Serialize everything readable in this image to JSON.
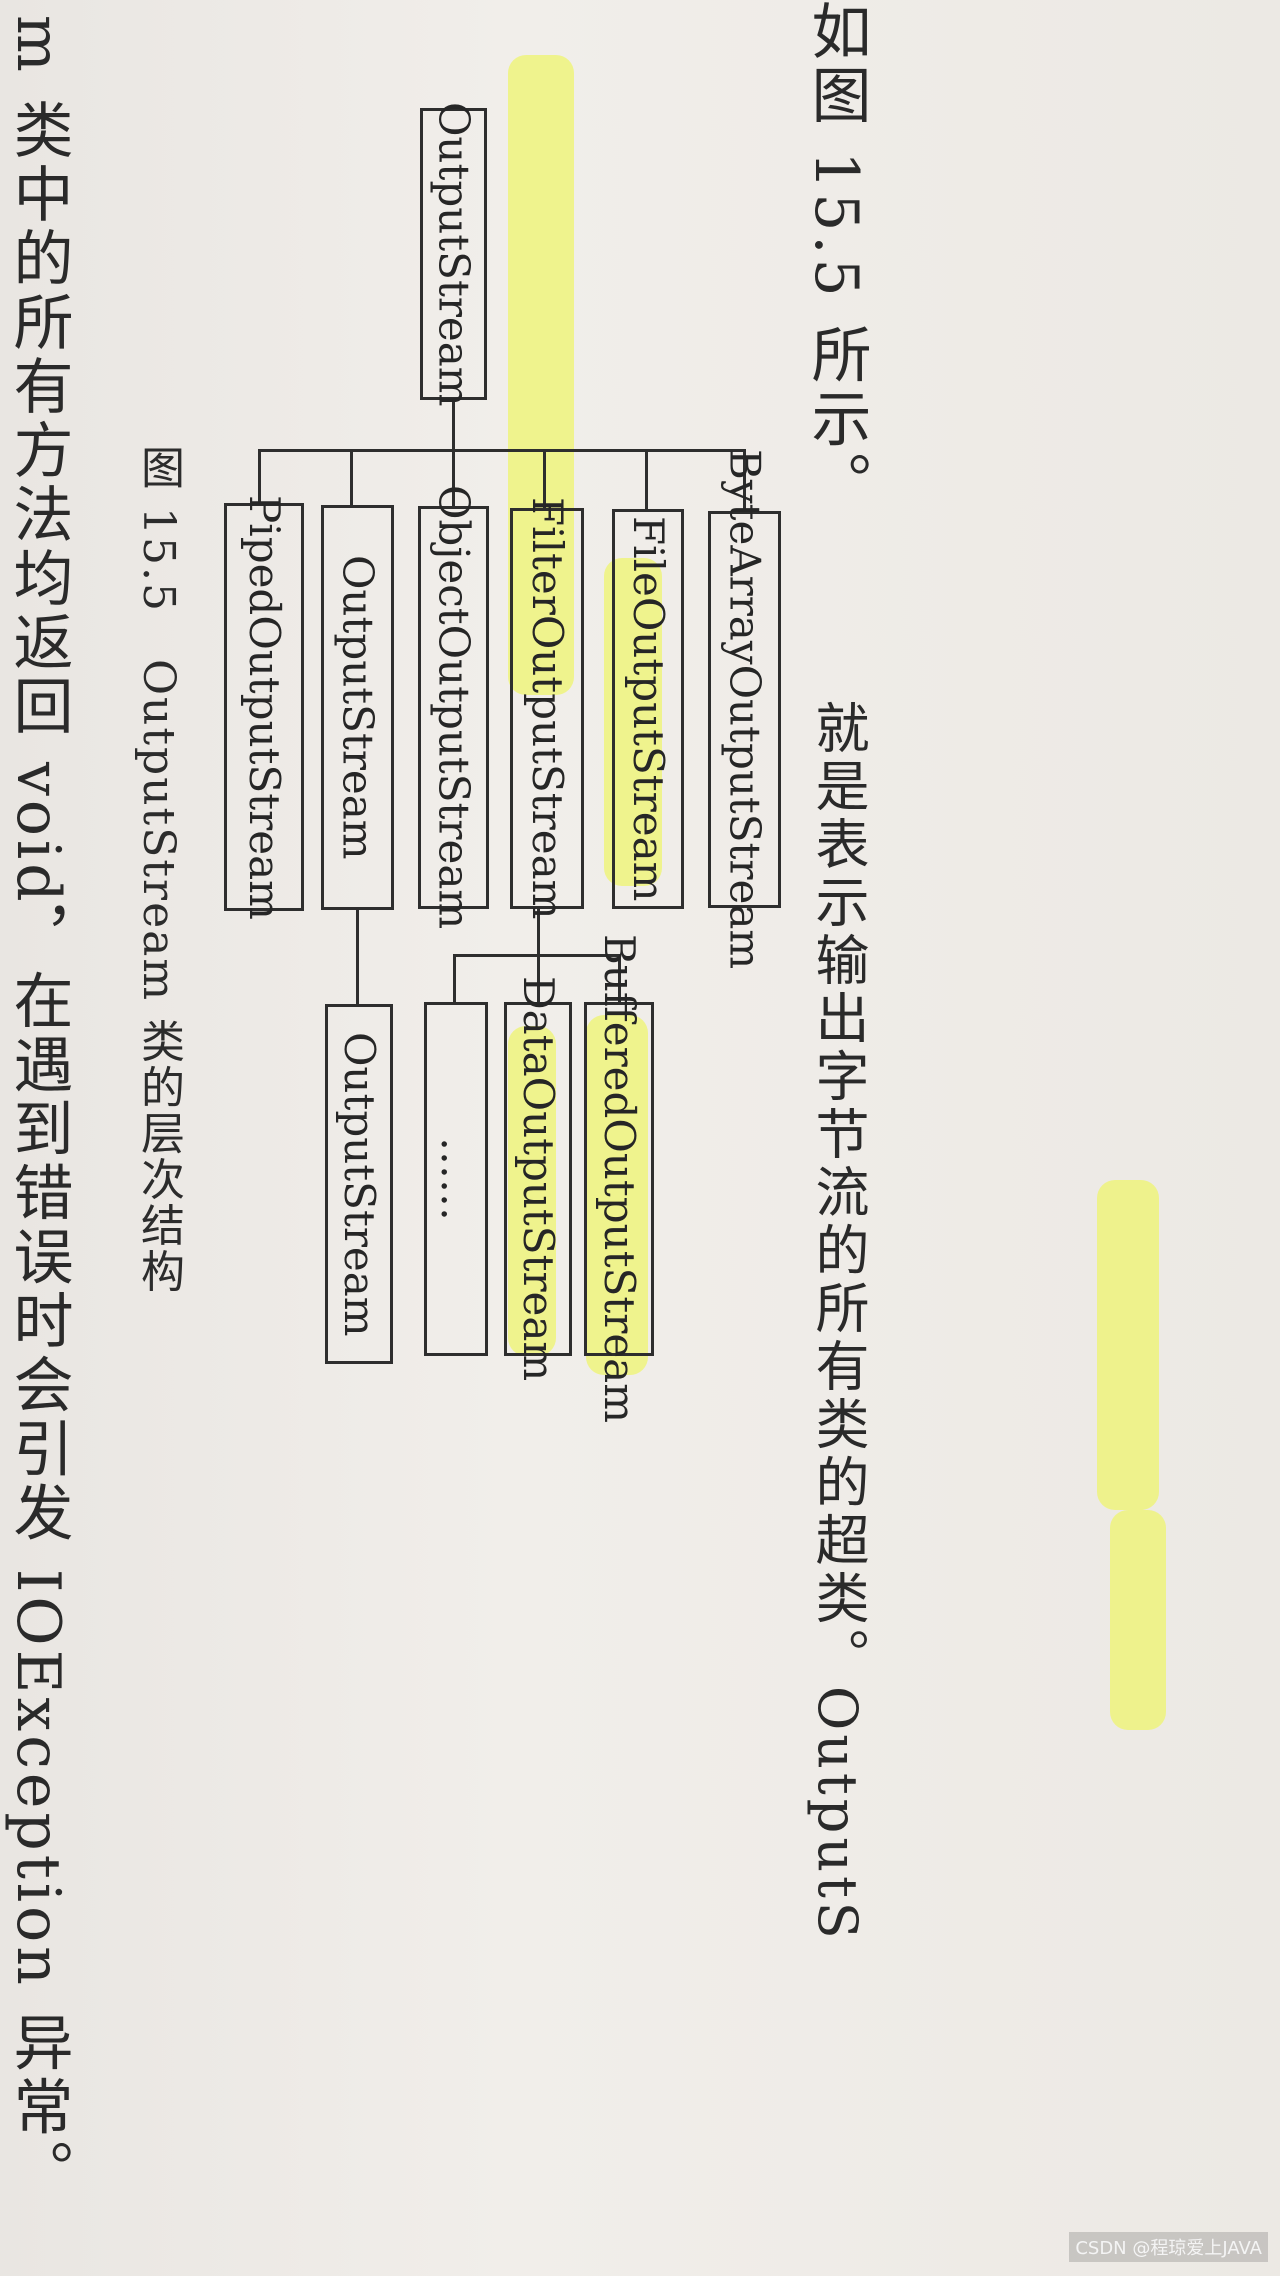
{
  "page_text": {
    "left_line": "m 类中的所有方法均返回 void，在遇到错误时会引发 IOException 异常。",
    "top_right_line": "如图 15.5 所示。",
    "right_line": "就是表示输出字节流的所有类的超类。OutputS",
    "caption": "图 15.5　OutputStream 类的层次结构"
  },
  "diagram": {
    "root": "OutputStream",
    "children": [
      "ByteArrayOutputStream",
      "FileOutputStream",
      "FilterOutputStream",
      "ObjectOutputStream",
      "OutputStream",
      "PipedOutputStream"
    ],
    "filter_children": [
      "BufferedOutputStream",
      "DataOutputStream",
      "……"
    ],
    "outputstream_child": "OutputStream"
  },
  "watermark": "CSDN @程琼爱上JAVA",
  "colors": {
    "highlight": "#eef56a",
    "ink": "#2e2e2e",
    "paper": "#efece8"
  }
}
